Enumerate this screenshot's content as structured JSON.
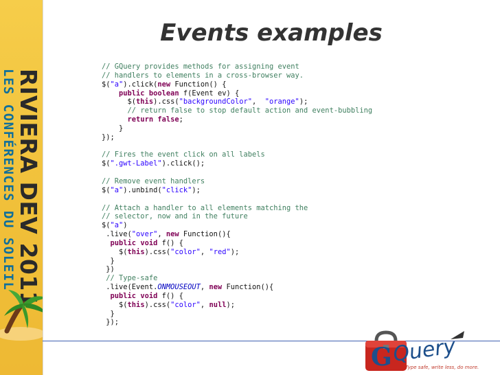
{
  "sidebar": {
    "brand_name": "RIVIERA DEV 2011",
    "brand_tagline": "LES CONFÉRENCES DU SOLEIL"
  },
  "slide": {
    "title": "Events examples",
    "code_lines": [
      [
        [
          "c",
          "// GQuery provides methods for assigning event"
        ]
      ],
      [
        [
          "c",
          "// handlers to elements in a cross-browser way."
        ]
      ],
      [
        [
          "p",
          "$("
        ],
        [
          "s",
          "\"a\""
        ],
        [
          "p",
          ").click("
        ],
        [
          "k",
          "new"
        ],
        [
          "p",
          " Function() {"
        ]
      ],
      [
        [
          "p",
          "    "
        ],
        [
          "k",
          "public"
        ],
        [
          "p",
          " "
        ],
        [
          "k",
          "boolean"
        ],
        [
          "p",
          " f(Event ev) {"
        ]
      ],
      [
        [
          "p",
          "      $("
        ],
        [
          "k",
          "this"
        ],
        [
          "p",
          ").css("
        ],
        [
          "s",
          "\"backgroundColor\""
        ],
        [
          "p",
          ",  "
        ],
        [
          "s",
          "\"orange\""
        ],
        [
          "p",
          ");"
        ]
      ],
      [
        [
          "p",
          "      "
        ],
        [
          "c",
          "// return false to stop default action and event-bubbling"
        ]
      ],
      [
        [
          "p",
          "      "
        ],
        [
          "k",
          "return"
        ],
        [
          "p",
          " "
        ],
        [
          "k",
          "false"
        ],
        [
          "p",
          ";"
        ]
      ],
      [
        [
          "p",
          "    }"
        ]
      ],
      [
        [
          "p",
          "});"
        ]
      ],
      [
        [
          "p",
          ""
        ]
      ],
      [
        [
          "c",
          "// Fires the event click on all labels"
        ]
      ],
      [
        [
          "p",
          "$("
        ],
        [
          "s",
          "\".gwt-Label\""
        ],
        [
          "p",
          ").click();"
        ]
      ],
      [
        [
          "p",
          ""
        ]
      ],
      [
        [
          "c",
          "// Remove event handlers"
        ]
      ],
      [
        [
          "p",
          "$("
        ],
        [
          "s",
          "\"a\""
        ],
        [
          "p",
          ").unbind("
        ],
        [
          "s",
          "\"click\""
        ],
        [
          "p",
          ");"
        ]
      ],
      [
        [
          "p",
          ""
        ]
      ],
      [
        [
          "c",
          "// Attach a handler to all elements matching the"
        ]
      ],
      [
        [
          "c",
          "// selector, now and in the future"
        ]
      ],
      [
        [
          "p",
          "$("
        ],
        [
          "s",
          "\"a\""
        ],
        [
          "p",
          ")"
        ]
      ],
      [
        [
          "p",
          " .live("
        ],
        [
          "s",
          "\"over\""
        ],
        [
          "p",
          ", "
        ],
        [
          "k",
          "new"
        ],
        [
          "p",
          " Function(){"
        ]
      ],
      [
        [
          "p",
          "  "
        ],
        [
          "k",
          "public"
        ],
        [
          "p",
          " "
        ],
        [
          "k",
          "void"
        ],
        [
          "p",
          " f() {"
        ]
      ],
      [
        [
          "p",
          "    $("
        ],
        [
          "k",
          "this"
        ],
        [
          "p",
          ").css("
        ],
        [
          "s",
          "\"color\""
        ],
        [
          "p",
          ", "
        ],
        [
          "s",
          "\"red\""
        ],
        [
          "p",
          ");"
        ]
      ],
      [
        [
          "p",
          "  }"
        ]
      ],
      [
        [
          "p",
          " })"
        ]
      ],
      [
        [
          "p",
          " "
        ],
        [
          "c",
          "// Type-safe"
        ]
      ],
      [
        [
          "p",
          " .live(Event."
        ],
        [
          "i",
          "ONMOUSEOUT"
        ],
        [
          "p",
          ", "
        ],
        [
          "k",
          "new"
        ],
        [
          "p",
          " Function(){"
        ]
      ],
      [
        [
          "p",
          "  "
        ],
        [
          "k",
          "public"
        ],
        [
          "p",
          " "
        ],
        [
          "k",
          "void"
        ],
        [
          "p",
          " f() {"
        ]
      ],
      [
        [
          "p",
          "    $("
        ],
        [
          "k",
          "this"
        ],
        [
          "p",
          ").css("
        ],
        [
          "s",
          "\"color\""
        ],
        [
          "p",
          ", "
        ],
        [
          "k",
          "null"
        ],
        [
          "p",
          ");"
        ]
      ],
      [
        [
          "p",
          "  }"
        ]
      ],
      [
        [
          "p",
          " });"
        ]
      ]
    ]
  },
  "footer": {
    "logo_text": "GQuery",
    "logo_initial": "G",
    "logo_rest": "Query",
    "tagline": "Type safe, write less, do more."
  },
  "colors": {
    "comment": "#3f7f5f",
    "string": "#2a00ff",
    "keyword": "#7f0055",
    "constant": "#0000c0",
    "sidebar": "#f1c33c",
    "rule": "#3e5fb0"
  }
}
